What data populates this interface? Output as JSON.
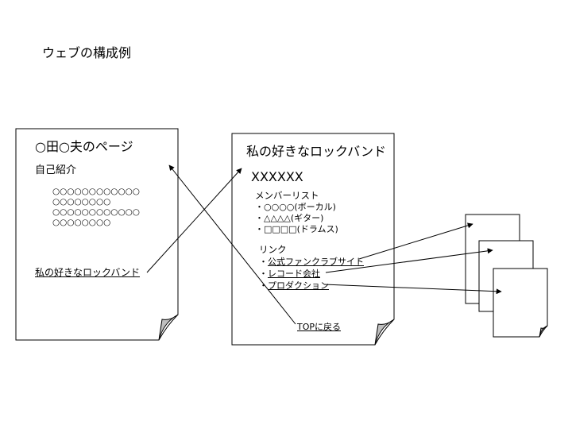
{
  "slide_title": "ウェブの構成例",
  "page1": {
    "title": "○田○夫のページ",
    "section": "自己紹介",
    "body_lines": [
      "○○○○○○○○○○○○",
      "○○○○○○○○",
      "○○○○○○○○○○○○",
      "○○○○○○○○"
    ],
    "link": "私の好きなロックバンド"
  },
  "page2": {
    "title": "私の好きなロックバンド",
    "band_name": "XXXXXX",
    "members_heading": "メンバーリスト",
    "members": [
      "・○○○○(ボーカル)",
      "・△△△△(ギター)",
      "・□□□□(ドラムス)"
    ],
    "links_heading": "リンク",
    "links": [
      "公式ファンクラブサイト",
      "レコード会社",
      "プロダクション"
    ],
    "link_prefix": "・",
    "top_link": "TOPに戻る"
  }
}
